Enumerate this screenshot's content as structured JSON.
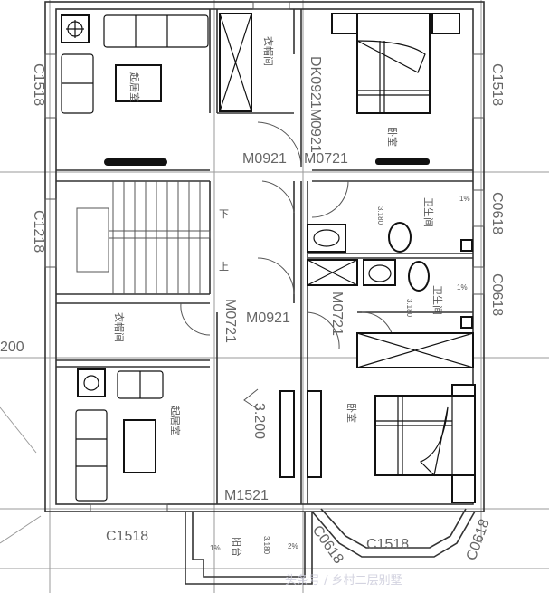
{
  "plan": {
    "window_labels": {
      "left_top": "C1518",
      "left_stair": "C1218",
      "right_top": "C1518",
      "right_bath1": "C0618",
      "right_bath2": "C0618",
      "bottom_left": "C1518",
      "bay_center": "C1518",
      "bay_left": "C0618",
      "bay_right": "C0618"
    },
    "door_labels": {
      "top_left": "M0921",
      "top_right": "M0721",
      "closet_vertical": "DK0921M0921",
      "closet2": "M0721",
      "corridor": "M0921",
      "bath2": "M0721",
      "balcony": "M1521"
    },
    "dimension": "200",
    "rooms": {
      "living_top": "起居室",
      "closet_top": "衣帽间",
      "bedroom_top": "卧室",
      "bath1": "卫生间",
      "bath2": "卫生间",
      "closet_mid": "衣帽间",
      "living_bottom": "起居室",
      "bedroom_bottom": "卧室",
      "balcony": "阳台"
    },
    "stairs": {
      "down": "下",
      "up": "上"
    },
    "levels": {
      "corridor": "3.200",
      "bath1": "3.180",
      "bath2": "3.180",
      "balcony": "3.180"
    },
    "slopes": {
      "bath1": "1%",
      "bath2": "1%",
      "balcony_left": "1%",
      "balcony_right": "2%"
    },
    "watermark": "头条号 / 乡村二层别墅"
  }
}
